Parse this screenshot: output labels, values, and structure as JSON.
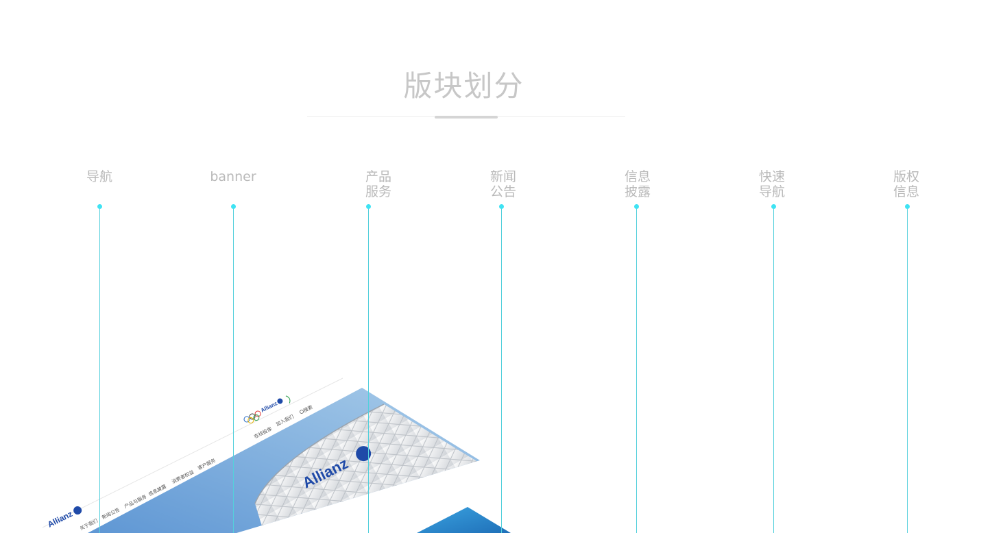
{
  "page": {
    "title": "版块划分"
  },
  "sections": [
    {
      "label": "导航"
    },
    {
      "label": "banner"
    },
    {
      "label": "产品\n服务"
    },
    {
      "label": "新闻\n公告"
    },
    {
      "label": "信息\n披露"
    },
    {
      "label": "快速\n导航"
    },
    {
      "label": "版权\n信息"
    }
  ],
  "mockup": {
    "brand": "Allianz",
    "nav": [
      "关于我们",
      "新闻公告",
      "产品与服务",
      "信息披露",
      "消费者权益",
      "客户服务"
    ],
    "utility": [
      "在线投保",
      "加入我们",
      "搜索"
    ]
  },
  "colors": {
    "guide": "#54d0dc",
    "dot": "#3fe3f3",
    "title": "#c7c7c7",
    "label": "#b9b9b9",
    "brand": "#1f4aa8"
  }
}
